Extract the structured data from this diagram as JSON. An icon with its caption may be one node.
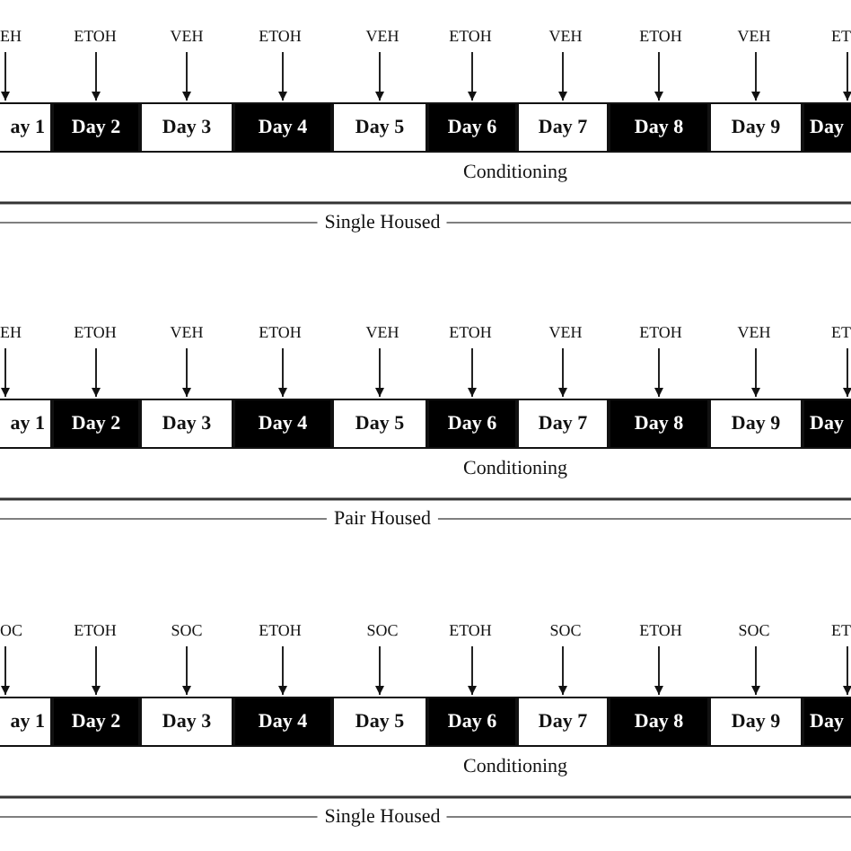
{
  "diagram": {
    "nodes": [
      {
        "text": [
          "EH"
        ]
      },
      {
        "text": [
          "ETOH"
        ]
      },
      {
        "text": [
          "VEH"
        ]
      },
      {
        "text": [
          "ETOH"
        ]
      },
      {
        "text": [
          "VEH"
        ]
      },
      {
        "text": [
          "ETOH"
        ]
      },
      {
        "text": [
          "VEH"
        ]
      },
      {
        "text": [
          "ETOH"
        ]
      },
      {
        "text": [
          "VEH"
        ]
      },
      {
        "text": [
          "ET"
        ]
      },
      {
        "text": [
          "ay 1"
        ]
      },
      {
        "text": [
          "Day 2"
        ]
      },
      {
        "text": [
          "Day 3"
        ]
      },
      {
        "text": [
          "Day 4"
        ]
      },
      {
        "text": [
          "Day 5"
        ]
      },
      {
        "text": [
          "Day 6"
        ]
      },
      {
        "text": [
          "Day 7"
        ]
      },
      {
        "text": [
          "Day 8"
        ]
      },
      {
        "text": [
          "Day 9"
        ]
      },
      {
        "text": [
          "Day"
        ]
      },
      {
        "text": [
          "EH"
        ]
      },
      {
        "text": [
          "ETOH"
        ]
      },
      {
        "text": [
          "VEH"
        ]
      },
      {
        "text": [
          "ETOH"
        ]
      },
      {
        "text": [
          "VEH"
        ]
      },
      {
        "text": [
          "ETOH"
        ]
      },
      {
        "text": [
          "VEH"
        ]
      },
      {
        "text": [
          "ETOH"
        ]
      },
      {
        "text": [
          "VEH"
        ]
      },
      {
        "text": [
          "ET"
        ]
      },
      {
        "text": [
          "ay 1"
        ]
      },
      {
        "text": [
          "Day 2"
        ]
      },
      {
        "text": [
          "Day 3"
        ]
      },
      {
        "text": [
          "Day 4"
        ]
      },
      {
        "text": [
          "Day 5"
        ]
      },
      {
        "text": [
          "Day 6"
        ]
      },
      {
        "text": [
          "Day 7"
        ]
      },
      {
        "text": [
          "Day 8"
        ]
      },
      {
        "text": [
          "Day 9"
        ]
      },
      {
        "text": [
          "Day"
        ]
      },
      {
        "text": [
          "OC"
        ]
      },
      {
        "text": [
          "ETOH"
        ]
      },
      {
        "text": [
          "SOC"
        ]
      },
      {
        "text": [
          "ETOH"
        ]
      },
      {
        "text": [
          "SOC"
        ]
      },
      {
        "text": [
          "ETOH"
        ]
      },
      {
        "text": [
          "SOC"
        ]
      },
      {
        "text": [
          "ETOH"
        ]
      },
      {
        "text": [
          "SOC"
        ]
      },
      {
        "text": [
          "ET"
        ]
      },
      {
        "text": [
          "ay 1"
        ]
      },
      {
        "text": [
          "Day 2"
        ]
      },
      {
        "text": [
          "Day 3"
        ]
      },
      {
        "text": [
          "Day 4"
        ]
      },
      {
        "text": [
          "Day 5"
        ]
      },
      {
        "text": [
          "Day 6"
        ]
      },
      {
        "text": [
          "Day 7"
        ]
      },
      {
        "text": [
          "Day 8"
        ]
      },
      {
        "text": [
          "Day 9"
        ]
      },
      {
        "text": [
          "Day"
        ]
      }
    ],
    "edges": [
      {
        "from": 0,
        "to": 10,
        "arrow": "to"
      },
      {
        "from": 1,
        "to": 11,
        "arrow": "to"
      },
      {
        "from": 2,
        "to": 12,
        "arrow": "to"
      },
      {
        "from": 3,
        "to": 13,
        "arrow": "to"
      },
      {
        "from": 4,
        "to": 14,
        "arrow": "to"
      },
      {
        "from": 5,
        "to": 15,
        "arrow": "to"
      },
      {
        "from": 6,
        "to": 16,
        "arrow": "to"
      },
      {
        "from": 7,
        "to": 17,
        "arrow": "to"
      },
      {
        "from": 8,
        "to": 18,
        "arrow": "to"
      },
      {
        "from": 9,
        "to": 19,
        "arrow": "to"
      },
      {
        "from": 20,
        "to": 30,
        "arrow": "to"
      },
      {
        "from": 21,
        "to": 31,
        "arrow": "to"
      },
      {
        "from": 22,
        "to": 32,
        "arrow": "to"
      },
      {
        "from": 23,
        "to": 33,
        "arrow": "to"
      },
      {
        "from": 24,
        "to": 34,
        "arrow": "to"
      },
      {
        "from": 25,
        "to": 35,
        "arrow": "to"
      },
      {
        "from": 26,
        "to": 36,
        "arrow": "to"
      },
      {
        "from": 27,
        "to": 37,
        "arrow": "to"
      },
      {
        "from": 28,
        "to": 38,
        "arrow": "to"
      },
      {
        "from": 29,
        "to": 39,
        "arrow": "to"
      },
      {
        "from": 40,
        "to": 50,
        "arrow": "to"
      },
      {
        "from": 41,
        "to": 51,
        "arrow": "to"
      },
      {
        "from": 42,
        "to": 52,
        "arrow": "to"
      },
      {
        "from": 43,
        "to": 53,
        "arrow": "to"
      },
      {
        "from": 44,
        "to": 54,
        "arrow": "to"
      },
      {
        "from": 45,
        "to": 55,
        "arrow": "to"
      },
      {
        "from": 46,
        "to": 56,
        "arrow": "to"
      },
      {
        "from": 47,
        "to": 57,
        "arrow": "to"
      },
      {
        "from": 48,
        "to": 58,
        "arrow": "to"
      },
      {
        "from": 49,
        "to": 59,
        "arrow": "to"
      }
    ],
    "labels": [
      "Conditioning",
      "Single Housed",
      "Conditioning",
      "Pair Housed",
      "Conditioning",
      "Single Housed"
    ]
  }
}
